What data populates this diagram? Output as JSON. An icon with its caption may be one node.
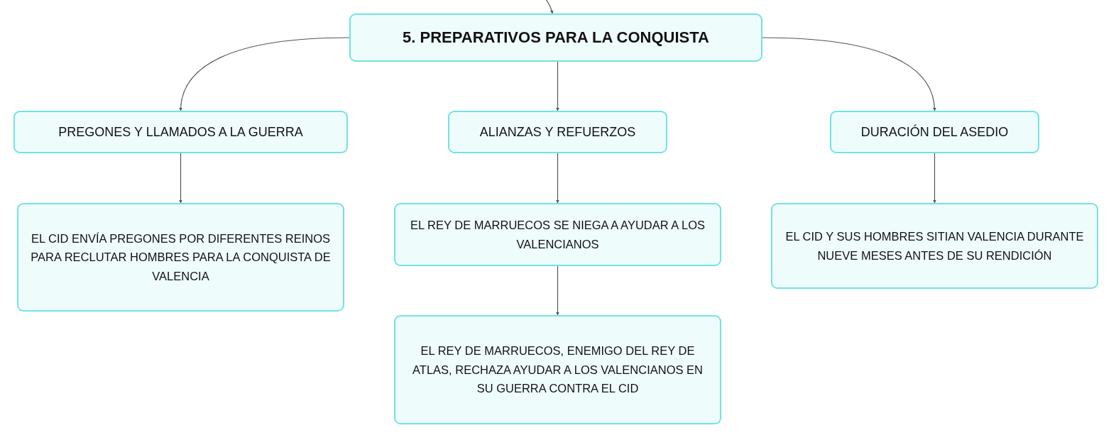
{
  "diagram": {
    "nodes": [
      {
        "text": [
          "5. PREPARATIVOS PARA LA CONQUISTA"
        ]
      },
      {
        "text": [
          "PREGONES Y LLAMADOS A LA GUERRA"
        ]
      },
      {
        "text": [
          "ALIANZAS Y REFUERZOS"
        ]
      },
      {
        "text": [
          "DURACIÓN DEL ASEDIO"
        ]
      },
      {
        "text": [
          "EL CID ENVÍA PREGONES POR DIFERENTES REINOS PARA RECLUTAR HOMBRES PARA LA CONQUISTA DE VALENCIA"
        ]
      },
      {
        "text": [
          "EL REY DE MARRUECOS SE NIEGA A AYUDAR A LOS VALENCIANOS"
        ]
      },
      {
        "text": [
          "EL REY DE MARRUECOS, ENEMIGO DEL REY DE ATLAS, RECHAZA AYUDAR A LOS VALENCIANOS EN SU GUERRA CONTRA EL CID"
        ]
      },
      {
        "text": [
          "EL CID Y SUS HOMBRES SITIAN VALENCIA DURANTE NUEVE MESES ANTES DE SU RENDICIÓN"
        ]
      }
    ],
    "edges": [
      {
        "from": null,
        "to": 0,
        "arrow": "to"
      },
      {
        "from": 0,
        "to": 1,
        "arrow": "to"
      },
      {
        "from": 0,
        "to": 2,
        "arrow": "to"
      },
      {
        "from": 0,
        "to": 3,
        "arrow": "to"
      },
      {
        "from": 1,
        "to": 4,
        "arrow": "to"
      },
      {
        "from": 2,
        "to": 5,
        "arrow": "to"
      },
      {
        "from": 5,
        "to": 6,
        "arrow": "to"
      },
      {
        "from": 3,
        "to": 7,
        "arrow": "to"
      }
    ]
  }
}
